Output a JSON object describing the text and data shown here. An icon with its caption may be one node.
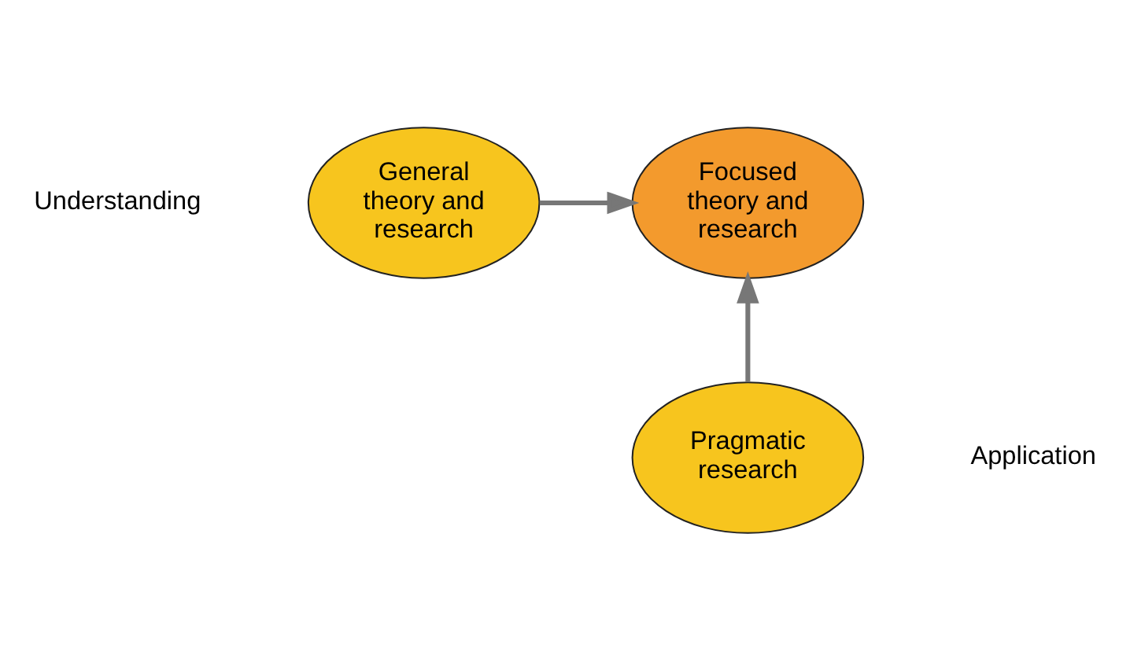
{
  "diagram": {
    "nodes": [
      {
        "text": [
          "General theory and research"
        ]
      },
      {
        "text": [
          "Focused theory and research"
        ]
      },
      {
        "text": [
          "Pragmatic research"
        ]
      }
    ],
    "edges": [
      {
        "from": 0,
        "to": 1,
        "arrow": "to"
      },
      {
        "from": 2,
        "to": 1,
        "arrow": "to"
      }
    ],
    "labels": [
      "Understanding",
      "Application"
    ]
  }
}
